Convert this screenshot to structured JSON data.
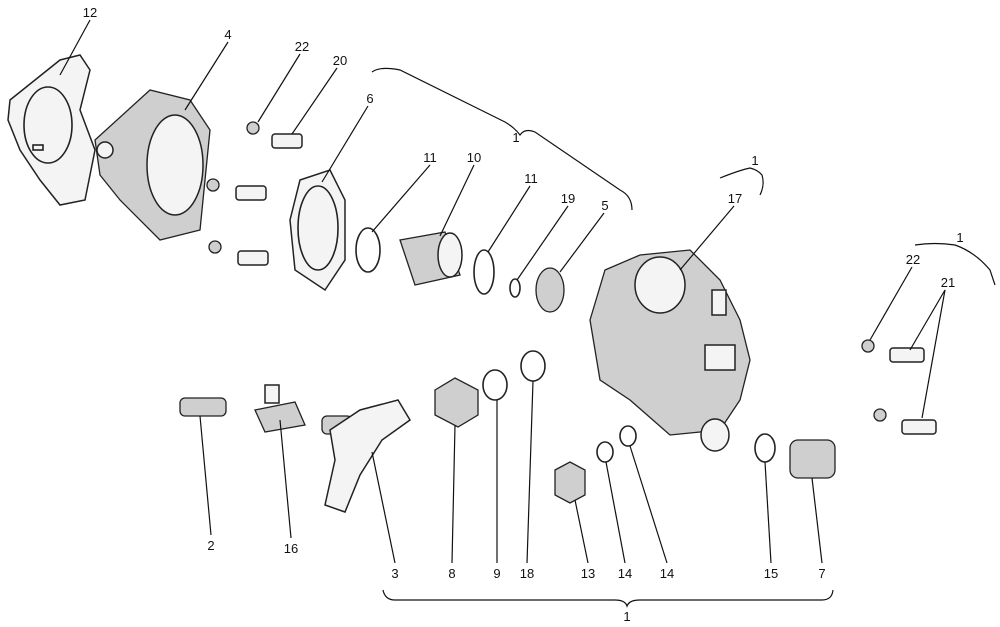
{
  "callouts": {
    "c12": "12",
    "c4": "4",
    "c22a": "22",
    "c20": "20",
    "c6": "6",
    "c1a": "1",
    "c11a": "11",
    "c10": "10",
    "c11b": "11",
    "c19": "19",
    "c5": "5",
    "c1b": "1",
    "c17": "17",
    "c1c": "1",
    "c22b": "22",
    "c21": "21",
    "c2": "2",
    "c16": "16",
    "c3": "3",
    "c8": "8",
    "c9": "9",
    "c18": "18",
    "c13": "13",
    "c14a": "14",
    "c14b": "14",
    "c15": "15",
    "c7": "7",
    "c1d": "1"
  }
}
